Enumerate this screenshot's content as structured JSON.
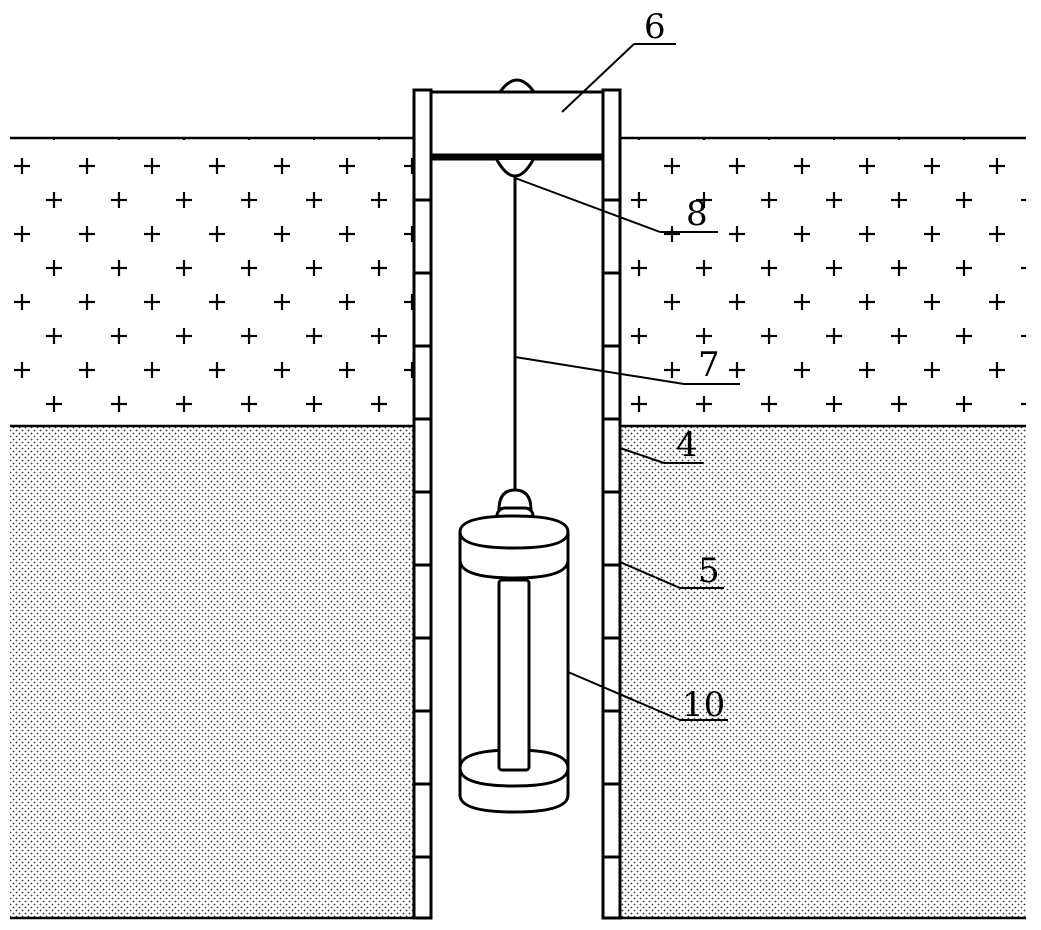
{
  "figure": {
    "callouts": [
      {
        "id": "6",
        "label": "6"
      },
      {
        "id": "8",
        "label": "8"
      },
      {
        "id": "7",
        "label": "7"
      },
      {
        "id": "4",
        "label": "4"
      },
      {
        "id": "5",
        "label": "5"
      },
      {
        "id": "10",
        "label": "10"
      }
    ]
  },
  "colors": {
    "line": "#000000",
    "background": "#ffffff",
    "dots": "#333333"
  }
}
